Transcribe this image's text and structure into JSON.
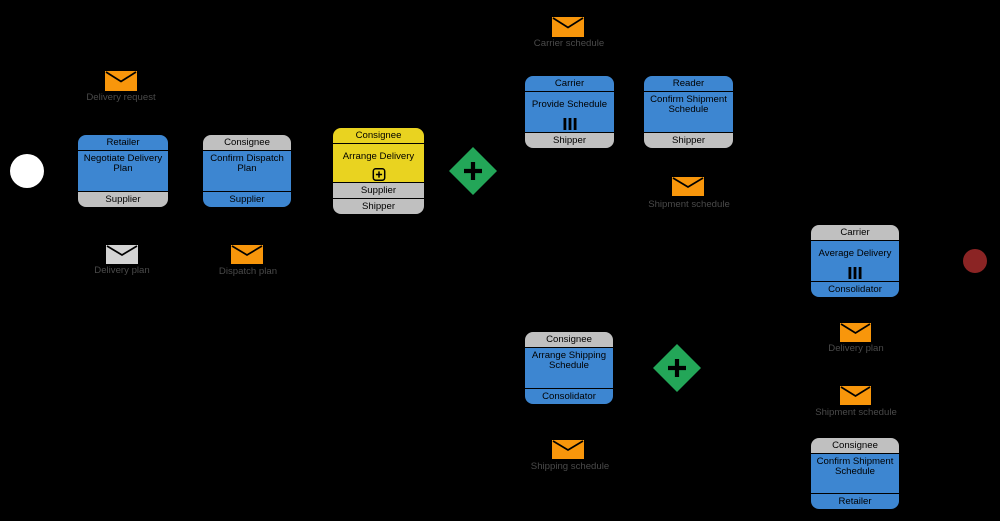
{
  "diagram": {
    "type": "bpmn-choreography",
    "background": "black"
  },
  "colors": {
    "background": "#000000",
    "ink": "#000000",
    "blue": "#3D86D1",
    "gray": "#C0C0C0",
    "yellow": "#E9D320",
    "orange": "#F8960B",
    "green": "#23A658",
    "white": "#FFFFFF",
    "dark_red": "#8B2424",
    "message_white": "#D4D4D4",
    "label_text": "#4A4A4A"
  },
  "events": {
    "start": {
      "type": "start-event"
    },
    "end": {
      "type": "end-event"
    }
  },
  "gateways": [
    {
      "type": "parallel",
      "symbol": "+"
    },
    {
      "type": "parallel",
      "symbol": "+"
    }
  ],
  "tasks": [
    {
      "name": "Negotiate Delivery Plan",
      "top_band": {
        "label": "Retailer",
        "color": "blue"
      },
      "body_color": "blue",
      "bottom_bands": [
        {
          "label": "Supplier",
          "color": "gray"
        }
      ],
      "marker": "none"
    },
    {
      "name": "Confirm Dispatch Plan",
      "top_band": {
        "label": "Consignee",
        "color": "gray"
      },
      "body_color": "blue",
      "bottom_bands": [
        {
          "label": "Supplier",
          "color": "blue"
        }
      ],
      "marker": "none"
    },
    {
      "name": "Arrange Delivery",
      "top_band": {
        "label": "Consignee",
        "color": "yellow"
      },
      "body_color": "yellow",
      "bottom_bands": [
        {
          "label": "Supplier",
          "color": "gray"
        },
        {
          "label": "Shipper",
          "color": "gray"
        }
      ],
      "marker": "subprocess"
    },
    {
      "name": "Provide Schedule",
      "top_band": {
        "label": "Carrier",
        "color": "blue"
      },
      "body_color": "blue",
      "bottom_bands": [
        {
          "label": "Shipper",
          "color": "gray"
        }
      ],
      "marker": "multi-instance"
    },
    {
      "name": "Confirm Shipment Schedule",
      "top_band": {
        "label": "Reader",
        "color": "blue"
      },
      "body_color": "blue",
      "bottom_bands": [
        {
          "label": "Shipper",
          "color": "gray"
        }
      ],
      "marker": "none"
    },
    {
      "name": "Average Delivery",
      "top_band": {
        "label": "Carrier",
        "color": "gray"
      },
      "body_color": "blue",
      "bottom_bands": [
        {
          "label": "Consolidator",
          "color": "blue"
        }
      ],
      "marker": "multi-instance"
    },
    {
      "name": "Arrange Shipping Schedule",
      "top_band": {
        "label": "Consignee",
        "color": "gray"
      },
      "body_color": "blue",
      "bottom_bands": [
        {
          "label": "Consolidator",
          "color": "blue"
        }
      ],
      "marker": "none"
    },
    {
      "name": "Confirm Shipment Schedule",
      "top_band": {
        "label": "Consignee",
        "color": "gray"
      },
      "body_color": "blue",
      "bottom_bands": [
        {
          "label": "Retailer",
          "color": "blue"
        }
      ],
      "marker": "none"
    }
  ],
  "messages": [
    {
      "label": "Delivery request",
      "fill": "orange"
    },
    {
      "label": "Delivery plan",
      "fill": "message_white"
    },
    {
      "label": "Dispatch plan",
      "fill": "orange"
    },
    {
      "label": "Carrier schedule",
      "fill": "orange"
    },
    {
      "label": "Shipment schedule",
      "fill": "orange"
    },
    {
      "label": "Delivery plan",
      "fill": "orange"
    },
    {
      "label": "Shipment schedule",
      "fill": "orange"
    },
    {
      "label": "Shipping schedule",
      "fill": "orange"
    }
  ]
}
